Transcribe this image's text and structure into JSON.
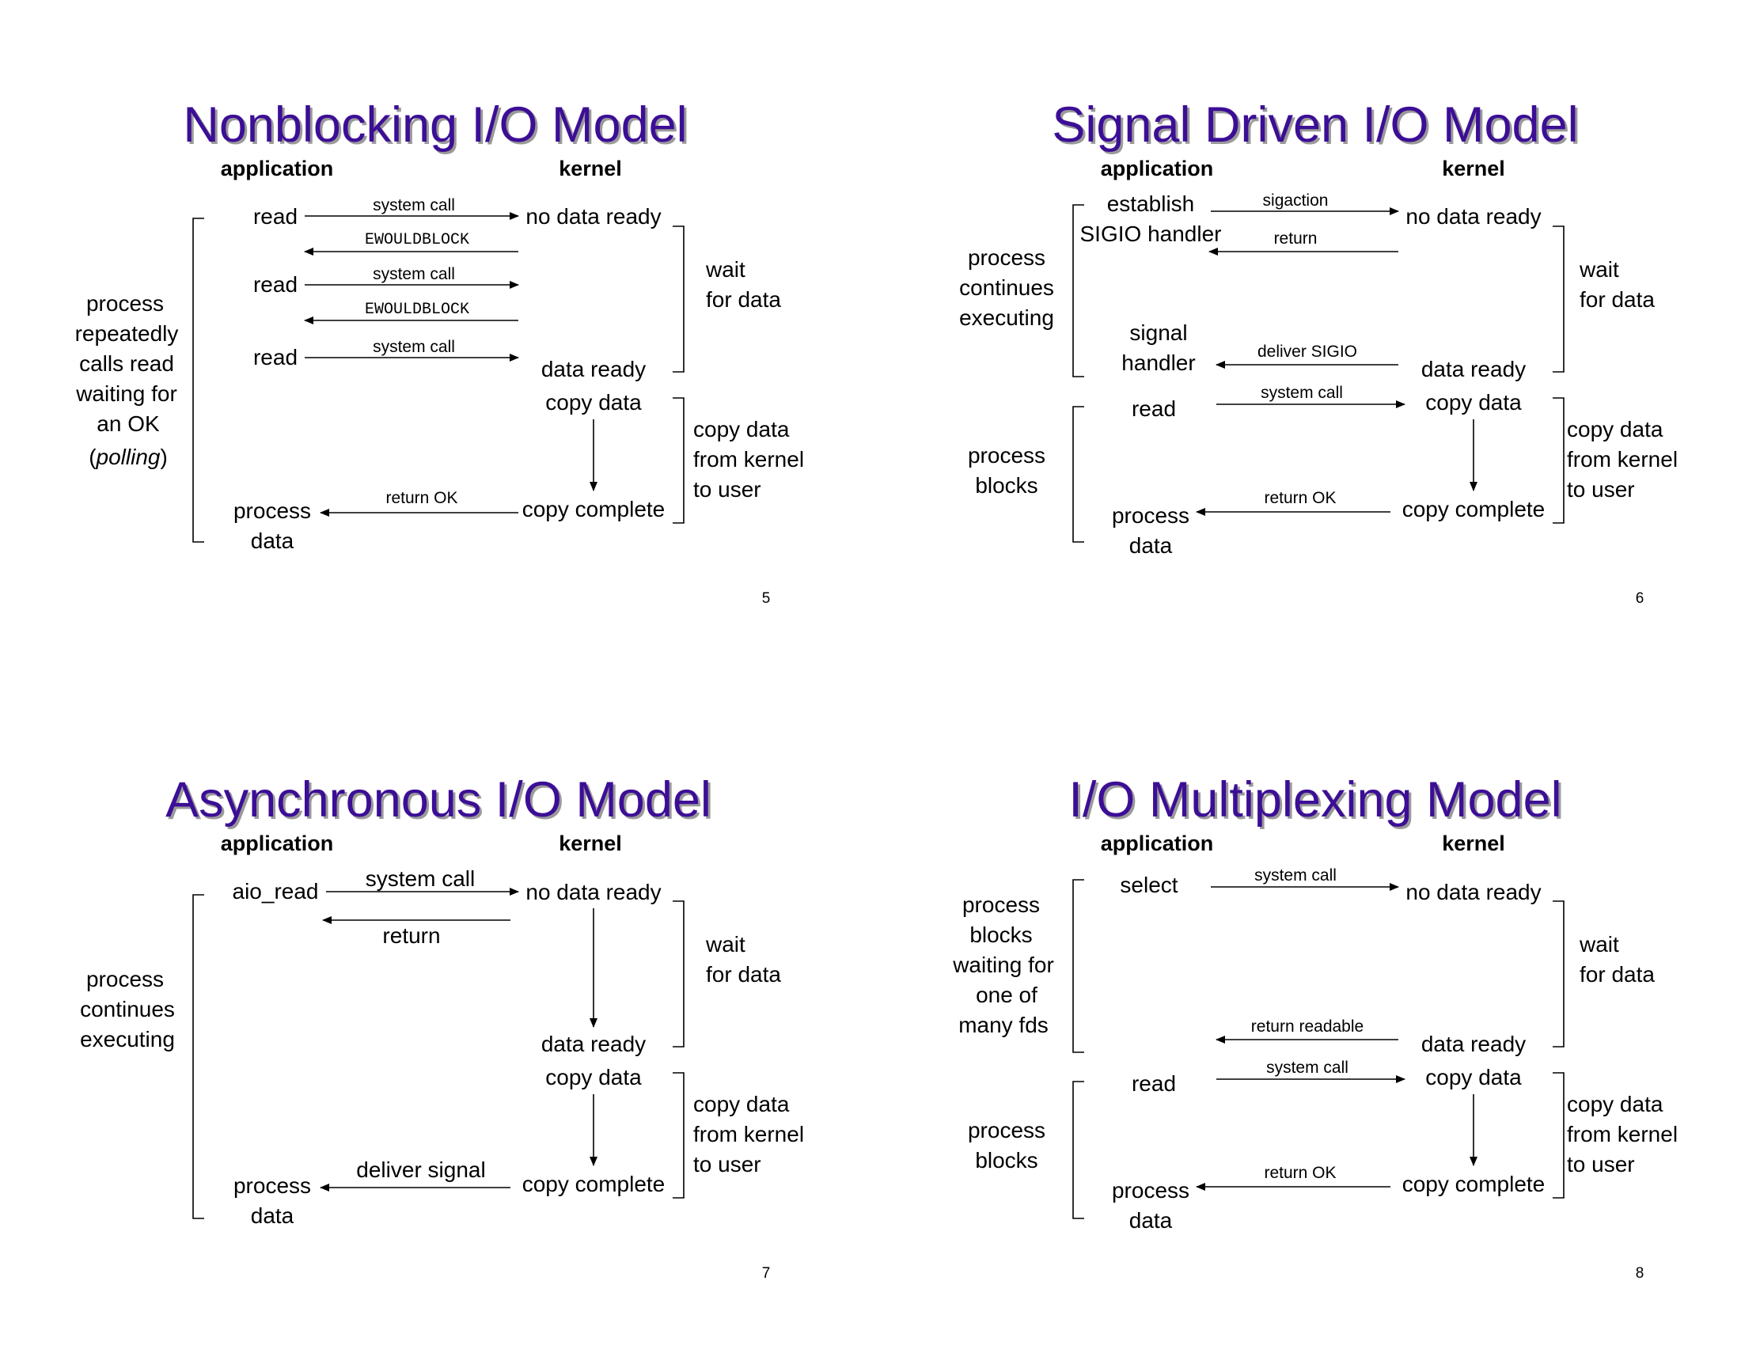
{
  "headers": {
    "application": "application",
    "kernel": "kernel"
  },
  "slides": {
    "nonblocking": {
      "title": "Nonblocking I/O Model",
      "page_number": "5",
      "app_read": "read",
      "k_no_data_ready": "no data ready",
      "system_call": "system call",
      "ewouldblock": "EWOULDBLOCK",
      "k_data_ready": "data ready",
      "k_copy_data": "copy data",
      "k_copy_complete": "copy complete",
      "return_ok": "return OK",
      "app_process": "process",
      "app_data": "data",
      "left_lines": [
        "process",
        "repeatedly",
        "calls read",
        "waiting for",
        "an OK"
      ],
      "left_paren_open": "(",
      "left_polling": "polling",
      "left_paren_close": ")",
      "wait_lines": [
        "wait",
        "for data"
      ],
      "copy_lines": [
        "copy data",
        "from kernel",
        "to user"
      ]
    },
    "signal": {
      "title": "Signal Driven I/O Model",
      "page_number": "6",
      "app_establish": "establish",
      "app_sigio_handler": "SIGIO handler",
      "sigaction": "sigaction",
      "return": "return",
      "k_no_data_ready": "no data ready",
      "app_signal": "signal",
      "app_handler": "handler",
      "deliver_sigio": "deliver SIGIO",
      "k_data_ready": "data ready",
      "app_read": "read",
      "system_call": "system call",
      "k_copy_data": "copy data",
      "return_ok": "return OK",
      "k_copy_complete": "copy complete",
      "app_process": "process",
      "app_data": "data",
      "left_top_lines": [
        "process",
        "continues",
        "executing"
      ],
      "left_bottom_lines": [
        "process",
        "blocks"
      ],
      "wait_lines": [
        "wait",
        "for data"
      ],
      "copy_lines": [
        "copy data",
        "from kernel",
        "to user"
      ]
    },
    "async": {
      "title": "Asynchronous I/O Model",
      "page_number": "7",
      "app_aio_read": "aio_read",
      "system_call": "system call",
      "k_no_data_ready": "no data ready",
      "return": "return",
      "k_data_ready": "data ready",
      "k_copy_data": "copy data",
      "deliver_signal": "deliver signal",
      "k_copy_complete": "copy complete",
      "app_process": "process",
      "app_data": "data",
      "left_lines": [
        "process",
        "continues",
        "executing"
      ],
      "wait_lines": [
        "wait",
        "for data"
      ],
      "copy_lines": [
        "copy data",
        "from kernel",
        "to user"
      ]
    },
    "multiplexing": {
      "title": "I/O Multiplexing Model",
      "page_number": "8",
      "app_select": "select",
      "system_call": "system call",
      "k_no_data_ready": "no data ready",
      "return_readable": "return readable",
      "k_data_ready": "data ready",
      "app_read": "read",
      "system_call_2": "system call",
      "k_copy_data": "copy data",
      "return_ok": "return OK",
      "k_copy_complete": "copy complete",
      "app_process": "process",
      "app_data": "data",
      "left_top_lines": [
        "process",
        "blocks",
        "waiting for",
        "one of",
        "many fds"
      ],
      "left_bottom_lines": [
        "process",
        "blocks"
      ],
      "wait_lines": [
        "wait",
        "for data"
      ],
      "copy_lines": [
        "copy data",
        "from kernel",
        "to user"
      ]
    }
  }
}
